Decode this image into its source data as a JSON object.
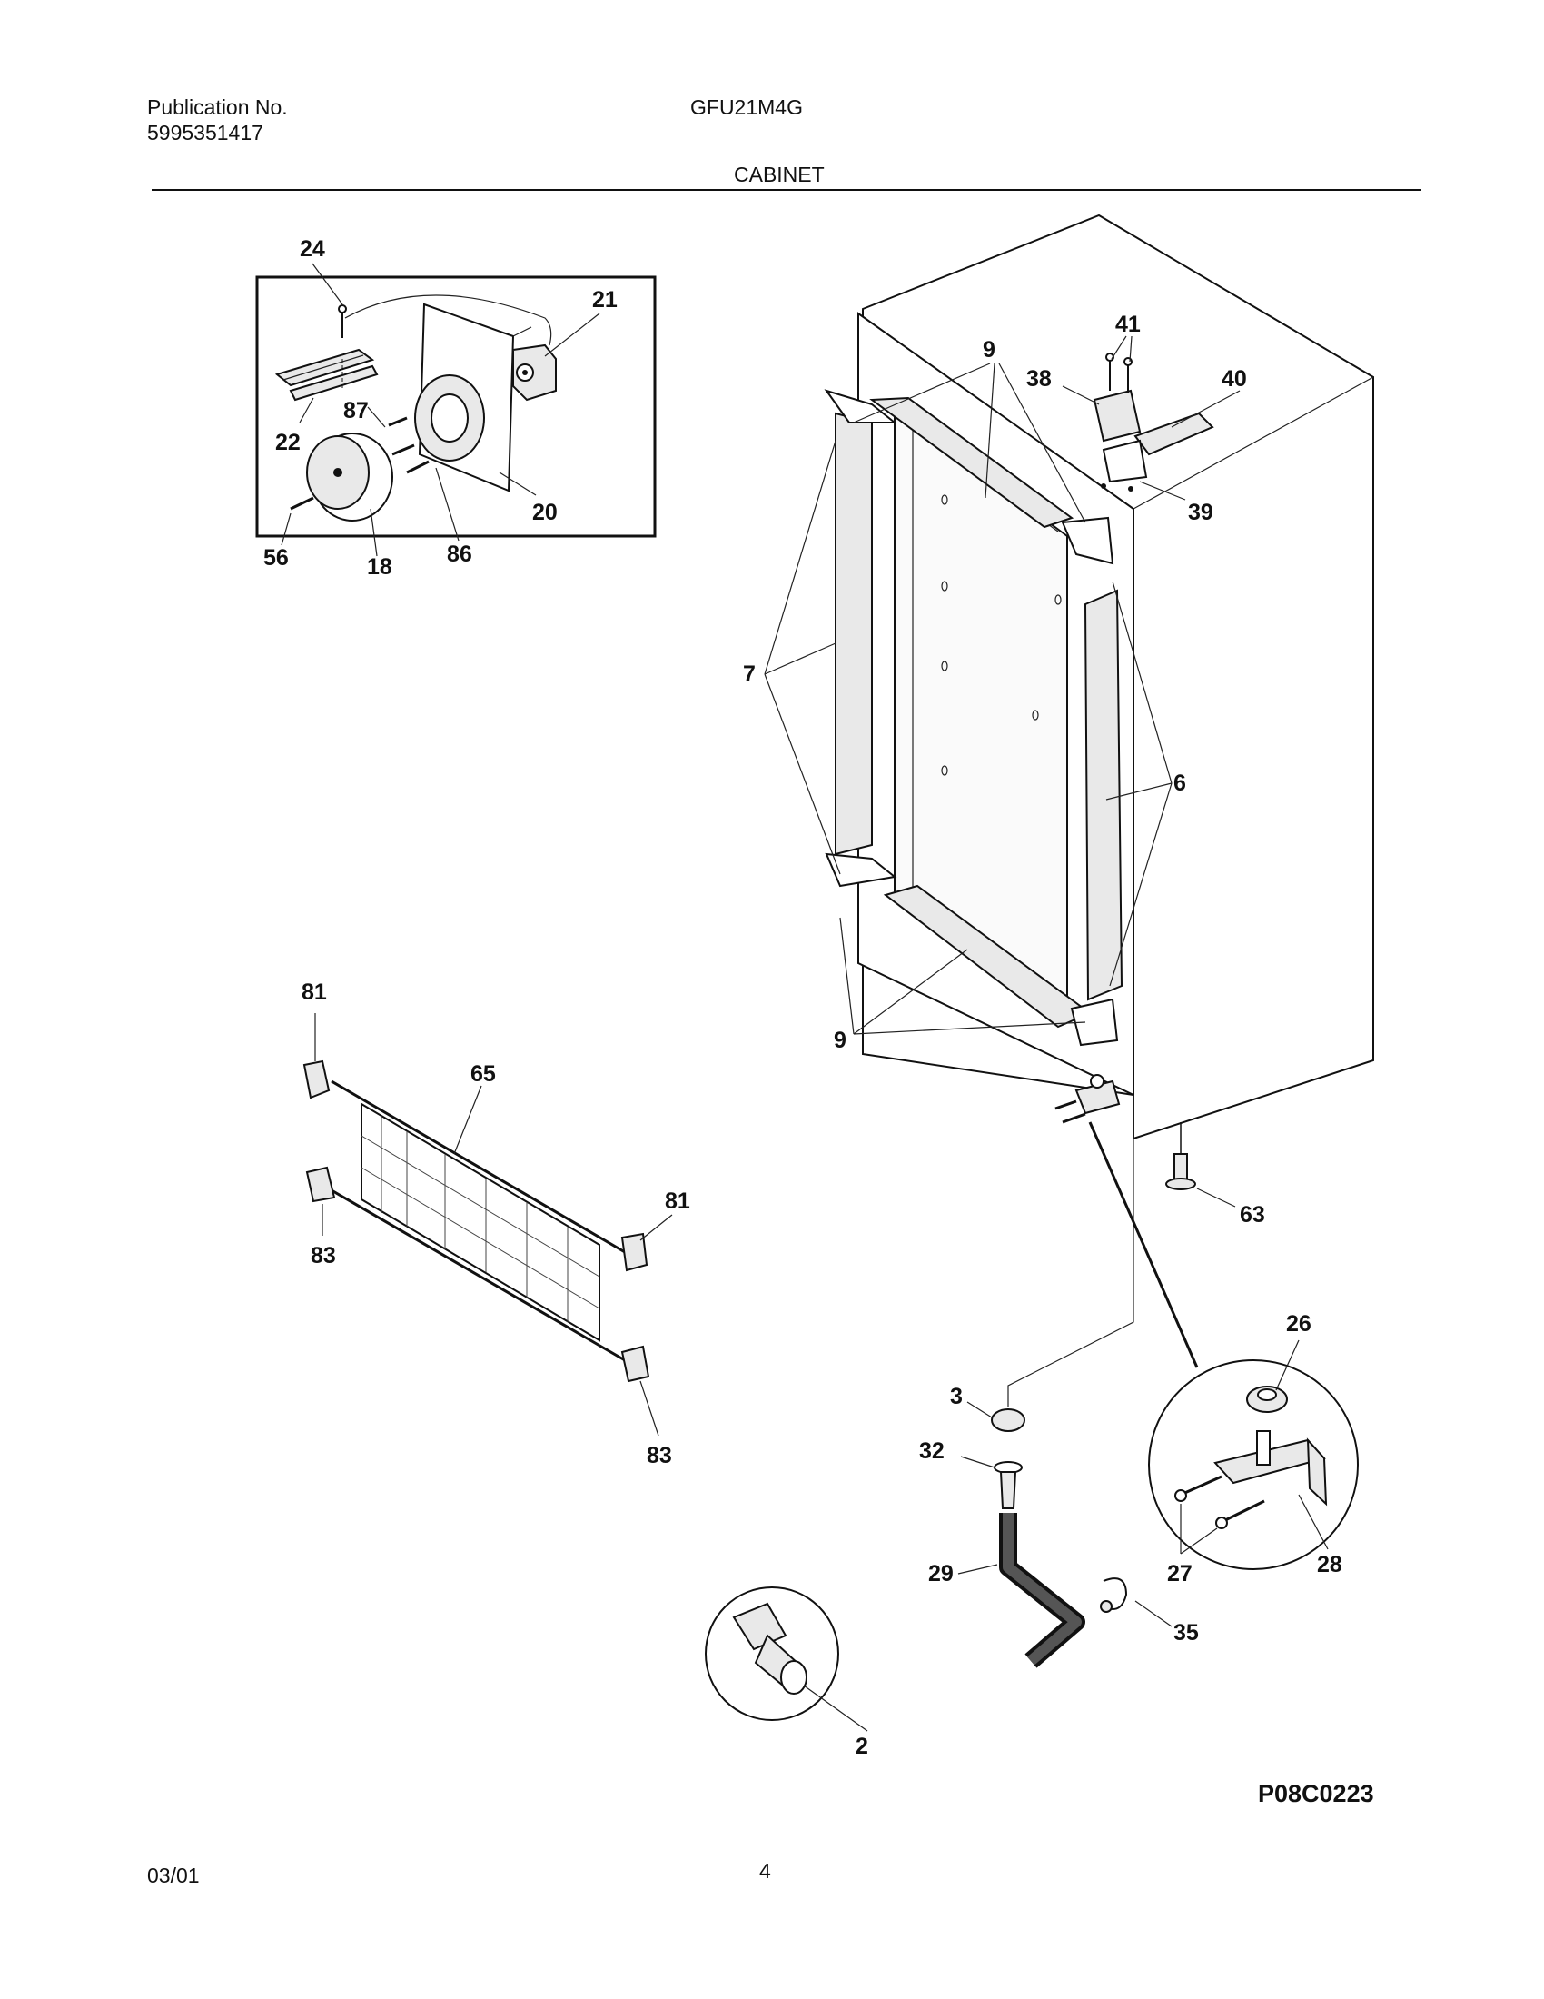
{
  "header": {
    "publication_label": "Publication No.",
    "publication_number": "5995351417",
    "model": "GFU21M4G",
    "section_title": "CABINET"
  },
  "footer": {
    "date": "03/01",
    "page_number": "4",
    "drawing_code": "P08C0223"
  },
  "callouts": [
    "24",
    "21",
    "87",
    "22",
    "20",
    "56",
    "18",
    "86",
    "9",
    "41",
    "38",
    "40",
    "39",
    "7",
    "6",
    "9",
    "81",
    "65",
    "83",
    "81",
    "83",
    "63",
    "26",
    "3",
    "32",
    "29",
    "27",
    "28",
    "35",
    "2"
  ]
}
